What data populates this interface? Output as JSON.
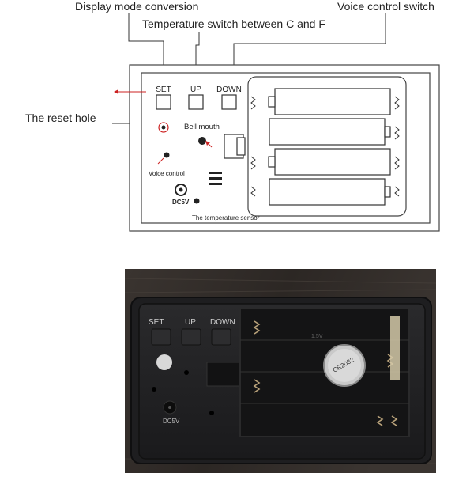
{
  "diagram": {
    "callouts": {
      "display_mode": "Display mode conversion",
      "temperature_switch": "Temperature switch between C and F",
      "voice_switch": "Voice control switch",
      "reset_hole": "The reset hole"
    },
    "buttons": {
      "set": "SET",
      "up": "UP",
      "down": "DOWN"
    },
    "labels": {
      "bell_mouth": "Bell mouth",
      "voice_control": "Voice control",
      "dc5v": "DC5V",
      "temp_sensor": "The temperature sensor"
    },
    "colors": {
      "line": "#333333",
      "arrow": "#cc2222"
    }
  },
  "photo": {
    "buttons": {
      "set": "SET",
      "up": "UP",
      "down": "DOWN"
    },
    "power_label": "DC5V",
    "coin_cell_text": "CR2032",
    "battery_slot_text": "1.5V"
  }
}
